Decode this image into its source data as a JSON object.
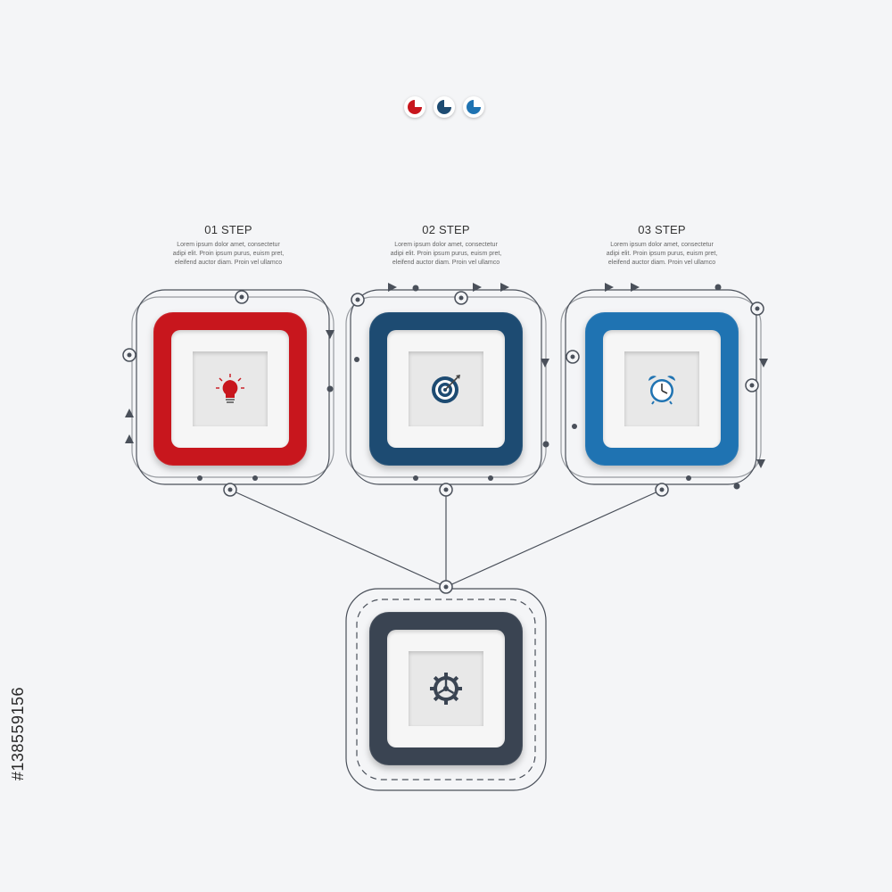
{
  "colors": {
    "red": "#c8161d",
    "navy": "#1d4b72",
    "blue": "#1f73b2",
    "gray": "#3a4452",
    "line": "#4a505a"
  },
  "steps": [
    {
      "title": "01 STEP",
      "desc": [
        "Lorem ipsum dolor amet, consectetur",
        "adipi elit. Proin ipsum purus, euism pret,",
        "eleifend auctor diam. Proin vel ullamco"
      ],
      "icon": "lightbulb-icon",
      "color": "#c8161d"
    },
    {
      "title": "02 STEP",
      "desc": [
        "Lorem ipsum dolor amet, consectetur",
        "adipi elit. Proin ipsum purus, euism pret,",
        "eleifend auctor diam. Proin vel ullamco"
      ],
      "icon": "target-icon",
      "color": "#1d4b72"
    },
    {
      "title": "03 STEP",
      "desc": [
        "Lorem ipsum dolor amet, consectetur",
        "adipi elit. Proin ipsum purus, euism pret,",
        "eleifend auctor diam. Proin vel ullamco"
      ],
      "icon": "alarm-clock-icon",
      "color": "#1f73b2"
    }
  ],
  "final": {
    "icon": "gear-icon",
    "color": "#3a4452"
  },
  "indicators": [
    {
      "color": "#c8161d",
      "icon": "pie-icon"
    },
    {
      "color": "#1d4b72",
      "icon": "pie-icon"
    },
    {
      "color": "#1f73b2",
      "icon": "pie-icon"
    }
  ],
  "watermark": "#138559156"
}
